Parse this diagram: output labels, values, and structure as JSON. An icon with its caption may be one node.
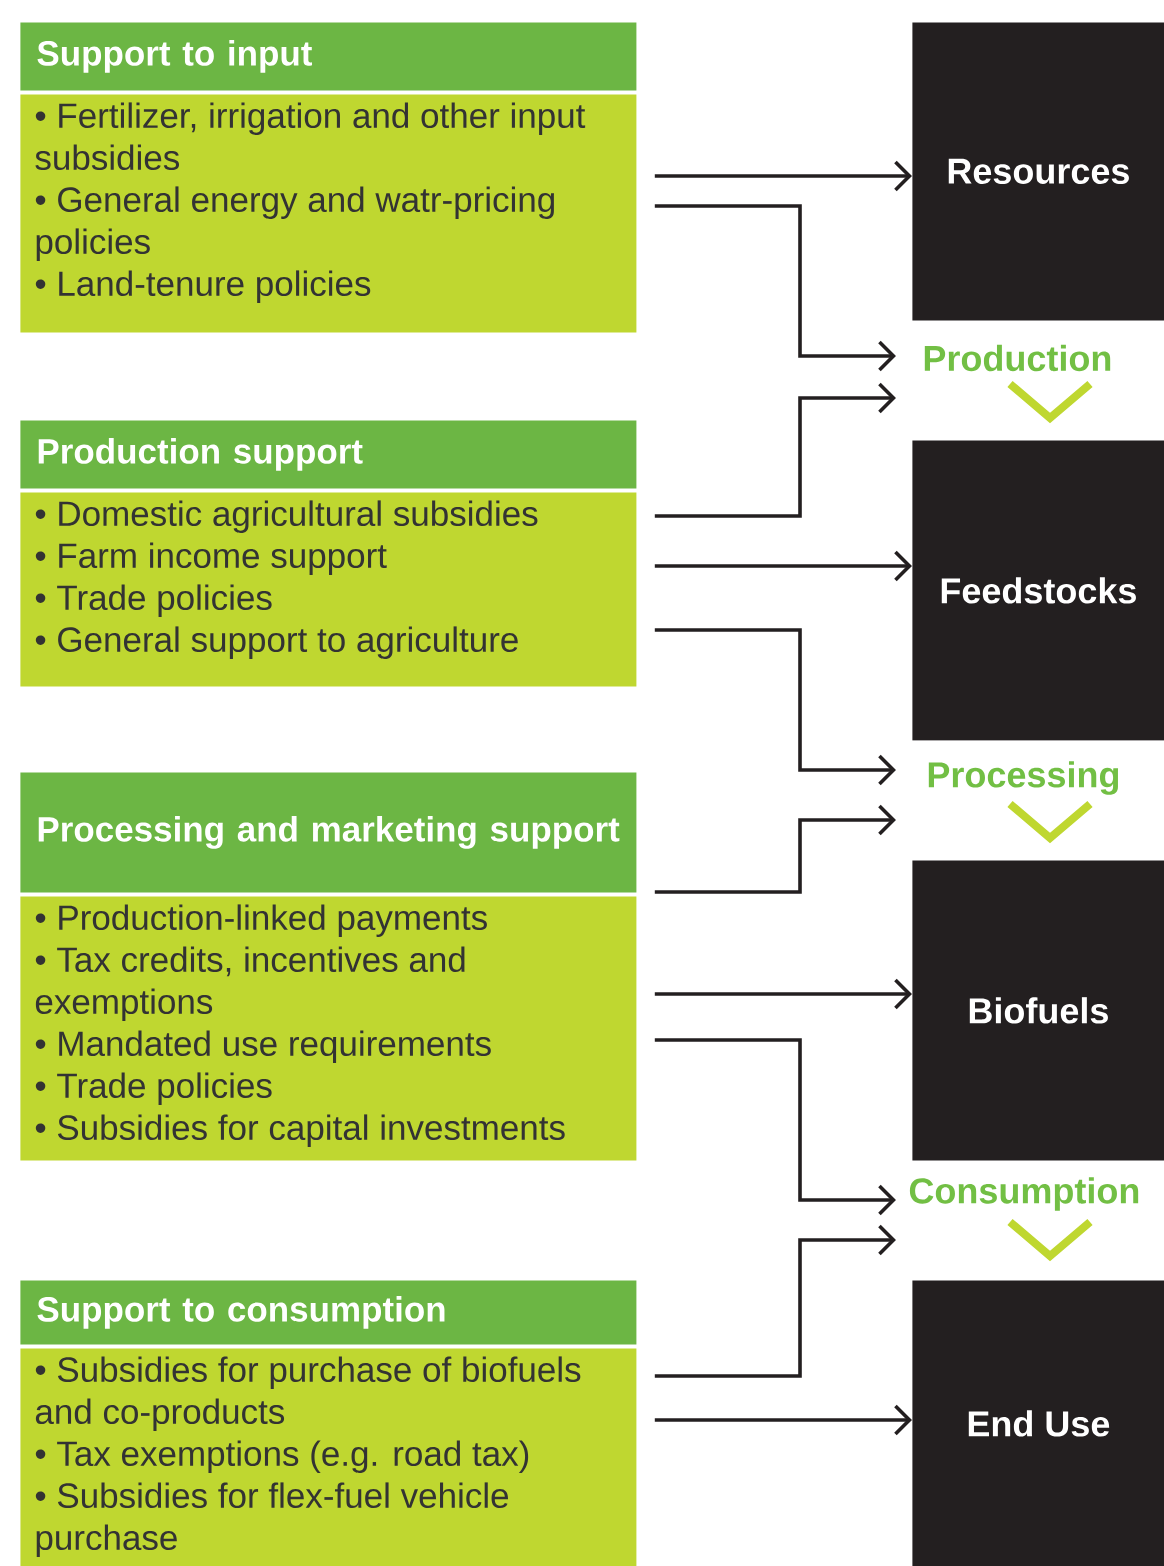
{
  "diagram": {
    "nodes": [
      {
        "text": [
          "Support to input",
          "• Fertilizer, irrigation and other input subsidies",
          "• General energy and watr-pricing policies",
          "• Land-tenure policies"
        ]
      },
      {
        "text": [
          "Resources"
        ]
      },
      {
        "text": [
          "Production"
        ]
      },
      {
        "text": [
          "Production support",
          "• Domestic agricultural subsidies",
          "• Farm income support",
          "• Trade policies",
          "• General support to agriculture"
        ]
      },
      {
        "text": [
          "Feedstocks"
        ]
      },
      {
        "text": [
          "Processing"
        ]
      },
      {
        "text": [
          "Processing and marketing support",
          "• Production-linked payments",
          "• Tax credits, incentives and exemptions",
          "• Mandated use requirements",
          "• Trade policies",
          "• Subsidies for capital investments"
        ]
      },
      {
        "text": [
          "Biofuels"
        ]
      },
      {
        "text": [
          "Consumption"
        ]
      },
      {
        "text": [
          "Support to consumption",
          "• Subsidies for purchase of biofuels and co-products",
          "• Tax exemptions (e.g. road tax)",
          "• Subsidies for flex-fuel vehicle purchase"
        ]
      },
      {
        "text": [
          "End Use"
        ]
      }
    ],
    "edges": [
      {
        "from": 0,
        "to": 1,
        "arrow": "to"
      },
      {
        "from": 0,
        "to": 2,
        "arrow": "to"
      },
      {
        "from": 3,
        "to": 2,
        "arrow": "to"
      },
      {
        "from": 3,
        "to": 4,
        "arrow": "to"
      },
      {
        "from": 3,
        "to": 5,
        "arrow": "to"
      },
      {
        "from": 6,
        "to": 5,
        "arrow": "to"
      },
      {
        "from": 6,
        "to": 7,
        "arrow": "to"
      },
      {
        "from": 6,
        "to": 8,
        "arrow": "to"
      },
      {
        "from": 9,
        "to": 8,
        "arrow": "to"
      },
      {
        "from": 9,
        "to": 10,
        "arrow": "to"
      }
    ]
  }
}
